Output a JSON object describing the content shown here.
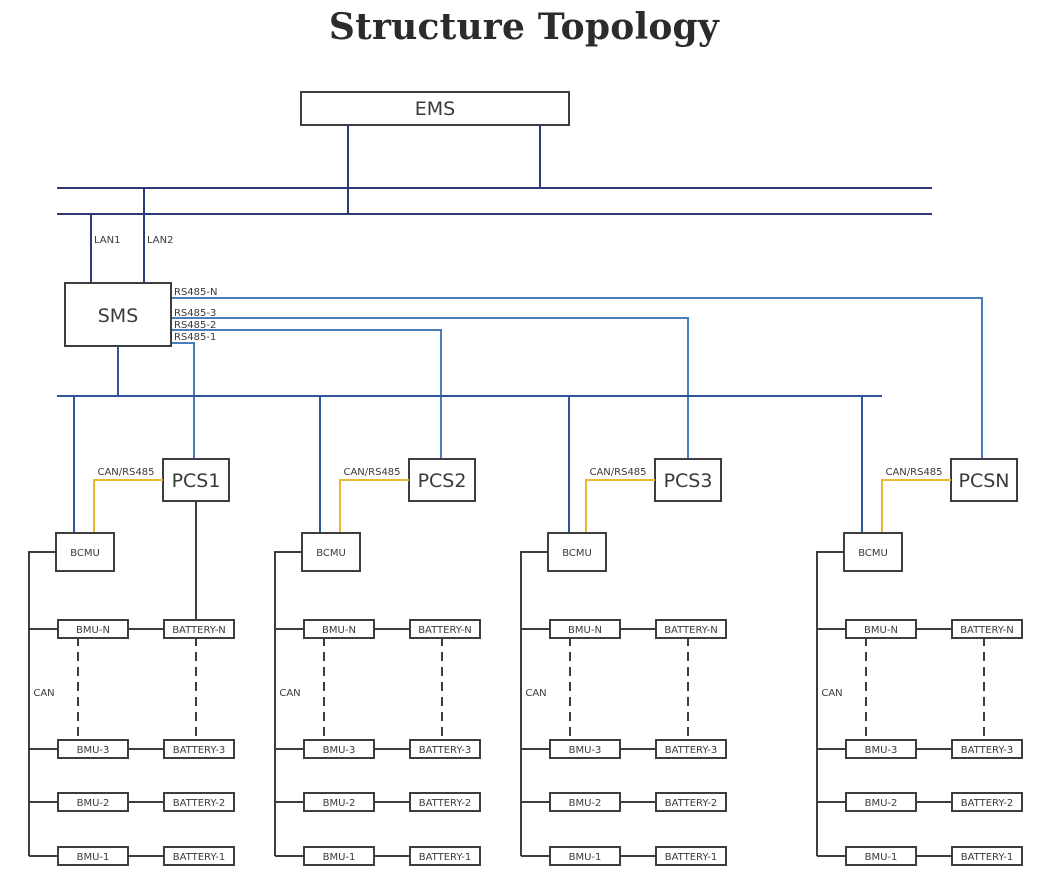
{
  "title": "Structure Topology",
  "ems": {
    "label": "EMS"
  },
  "sms": {
    "label": "SMS"
  },
  "lan_labels": [
    "LAN1",
    "LAN2"
  ],
  "rs485_labels": {
    "n": "RS485-N",
    "3": "RS485-3",
    "2": "RS485-2",
    "1": "RS485-1"
  },
  "colors": {
    "ems_bus": "#2e3a75",
    "control_network": "#2f5597",
    "rs485": "#4a7eb8",
    "can_rs485": "#e8b936",
    "box_border": "#3d3d3d"
  },
  "groups": [
    {
      "pcs": "PCS1",
      "bcmu": "BCMU",
      "link_label": "CAN/RS485",
      "bus_label": "CAN",
      "pcs_to_battery": true,
      "bmu": [
        "BMU-N",
        "BMU-3",
        "BMU-2",
        "BMU-1"
      ],
      "battery": [
        "BATTERY-N",
        "BATTERY-3",
        "BATTERY-2",
        "BATTERY-1"
      ]
    },
    {
      "pcs": "PCS2",
      "bcmu": "BCMU",
      "link_label": "CAN/RS485",
      "bus_label": "CAN",
      "pcs_to_battery": false,
      "bmu": [
        "BMU-N",
        "BMU-3",
        "BMU-2",
        "BMU-1"
      ],
      "battery": [
        "BATTERY-N",
        "BATTERY-3",
        "BATTERY-2",
        "BATTERY-1"
      ]
    },
    {
      "pcs": "PCS3",
      "bcmu": "BCMU",
      "link_label": "CAN/RS485",
      "bus_label": "CAN",
      "pcs_to_battery": false,
      "bmu": [
        "BMU-N",
        "BMU-3",
        "BMU-2",
        "BMU-1"
      ],
      "battery": [
        "BATTERY-N",
        "BATTERY-3",
        "BATTERY-2",
        "BATTERY-1"
      ]
    },
    {
      "pcs": "PCSN",
      "bcmu": "BCMU",
      "link_label": "CAN/RS485",
      "bus_label": "CAN",
      "pcs_to_battery": false,
      "bmu": [
        "BMU-N",
        "BMU-3",
        "BMU-2",
        "BMU-1"
      ],
      "battery": [
        "BATTERY-N",
        "BATTERY-3",
        "BATTERY-2",
        "BATTERY-1"
      ]
    }
  ]
}
